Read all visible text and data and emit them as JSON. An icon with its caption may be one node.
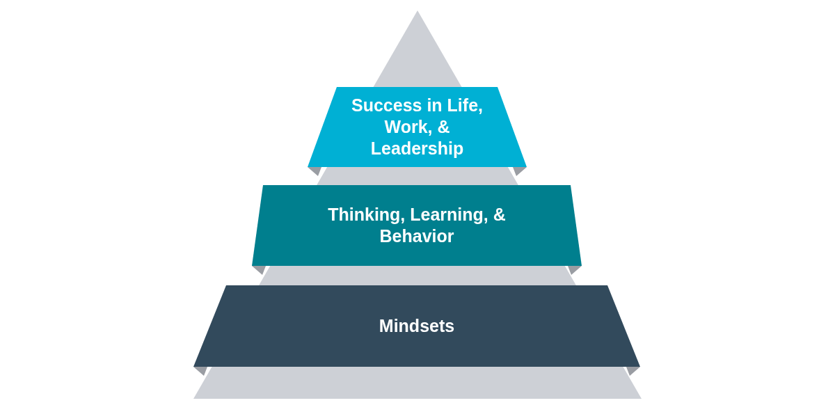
{
  "diagram": {
    "nodes": [
      {
        "text": [
          "Success in Life, Work, & Leadership"
        ]
      },
      {
        "text": [
          "Thinking, Learning, & Behavior"
        ]
      },
      {
        "text": [
          "Mindsets"
        ]
      }
    ]
  }
}
